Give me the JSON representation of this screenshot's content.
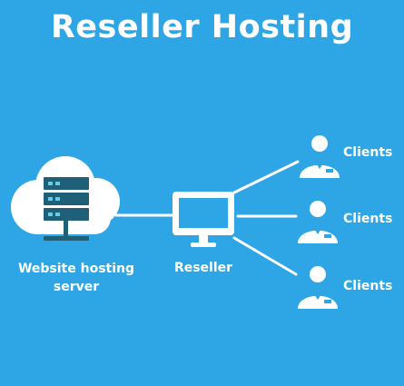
{
  "title": "Reseller Hosting",
  "nodes": {
    "server": {
      "label_line1": "Website hosting",
      "label_line2": "server",
      "icon": "cloud-server-icon"
    },
    "reseller": {
      "label": "Reseller",
      "icon": "monitor-icon"
    },
    "clients": [
      {
        "label": "Clients",
        "icon": "user-icon"
      },
      {
        "label": "Clients",
        "icon": "user-icon"
      },
      {
        "label": "Clients",
        "icon": "user-icon"
      }
    ]
  },
  "colors": {
    "background": "#2ea6e6",
    "foreground": "#ffffff",
    "server_rack": "#1f5f78"
  }
}
